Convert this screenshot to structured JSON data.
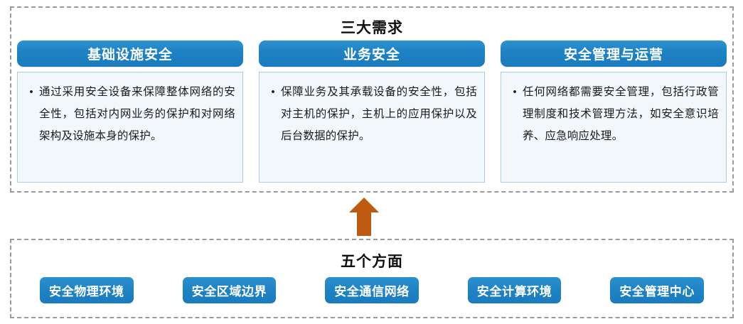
{
  "top_section": {
    "title": "三大需求",
    "cards": [
      {
        "header": "基础设施安全",
        "bullet": "•",
        "body": "通过采用安全设备来保障整体网络的安全性，包括对内网业务的保护和对网络架构及设施本身的保护。"
      },
      {
        "header": "业务安全",
        "bullet": "•",
        "body": "保障业务及其承载设备的安全性，包括对主机的保护，主机上的应用保护以及后台数据的保护。"
      },
      {
        "header": "安全管理与运营",
        "bullet": "•",
        "body": "任何网络都需要安全管理，包括行政管理制度和技术管理方法，如安全意识培养、应急响应处理。"
      }
    ]
  },
  "connector": {
    "icon": "arrow-up-icon",
    "color": "#bf5b10"
  },
  "bottom_section": {
    "title": "五个方面",
    "pills": [
      {
        "label": "安全物理环境"
      },
      {
        "label": "安全区域边界"
      },
      {
        "label": "安全通信网络"
      },
      {
        "label": "安全计算环境"
      },
      {
        "label": "安全管理中心"
      }
    ]
  },
  "theme": {
    "pill_blue": "#1e82c3",
    "header_blue": "#1d81c2",
    "card_body_bg": "#f2f7fb",
    "card_body_border": "#a8cfe6",
    "dashed_border": "#9a9a9a",
    "arrow_orange": "#bf5b10",
    "heading_text": "#111111"
  }
}
